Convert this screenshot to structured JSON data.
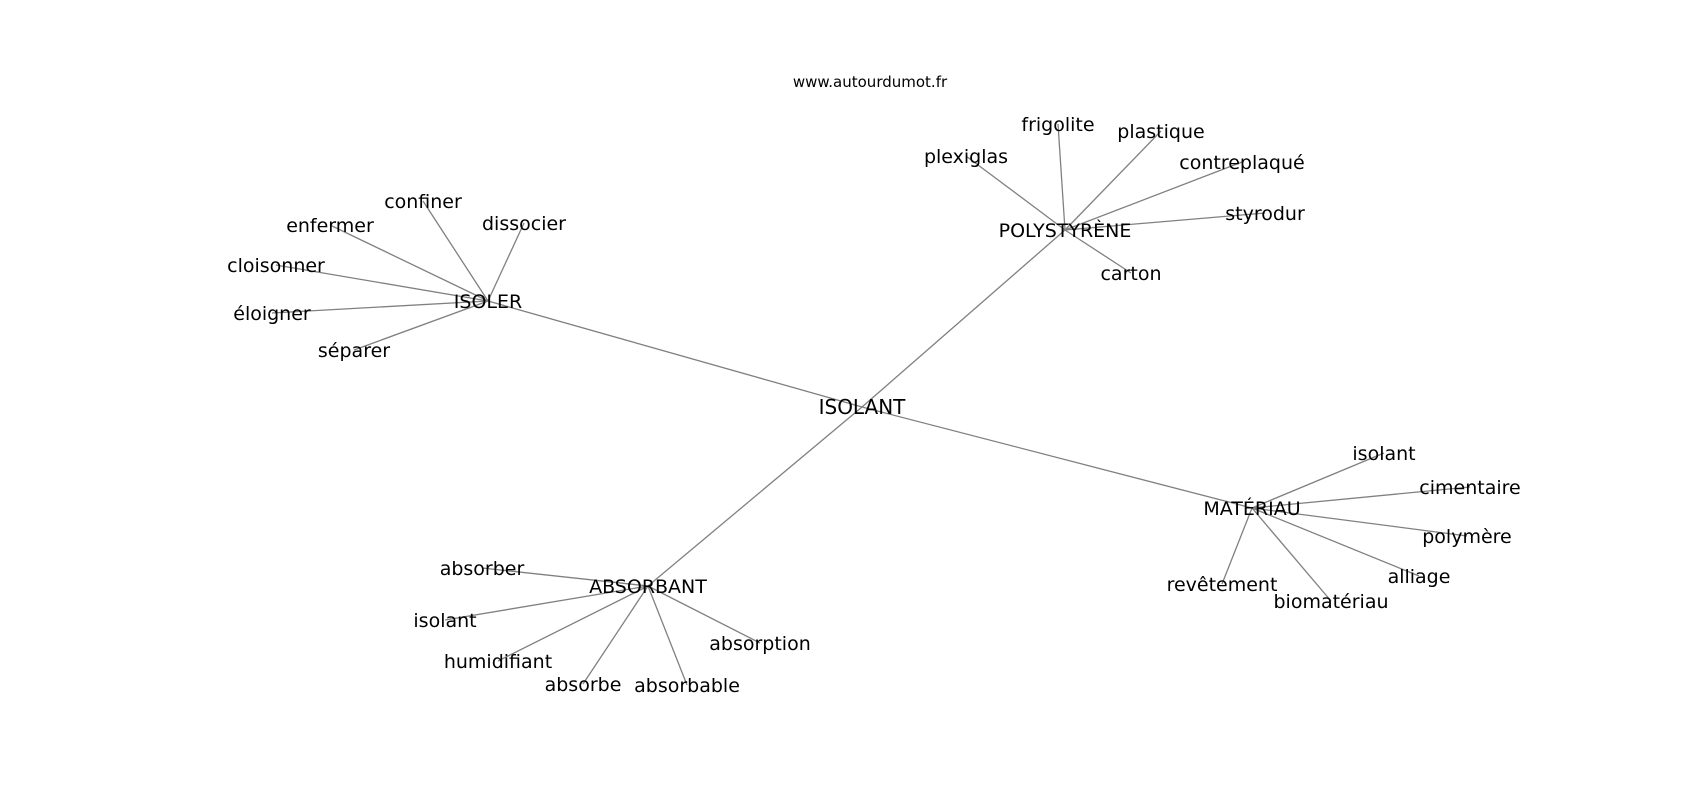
{
  "header": {
    "site": "www.autourdumot.fr"
  },
  "graph": {
    "center": "ISOLANT",
    "hubs": [
      {
        "label": "ISOLER",
        "leaves": [
          "confiner",
          "enfermer",
          "dissocier",
          "cloisonner",
          "éloigner",
          "séparer"
        ]
      },
      {
        "label": "POLYSTYRÈNE",
        "leaves": [
          "frigolite",
          "plexiglas",
          "plastique",
          "contreplaqué",
          "styrodur",
          "carton"
        ]
      },
      {
        "label": "ABSORBANT",
        "leaves": [
          "absorber",
          "isolant",
          "humidifiant",
          "absorbe",
          "absorbable",
          "absorption"
        ]
      },
      {
        "label": "MATÉRIAU",
        "leaves": [
          "isolant",
          "cimentaire",
          "polymère",
          "alliage",
          "biomatériau",
          "revêtement"
        ]
      }
    ]
  }
}
